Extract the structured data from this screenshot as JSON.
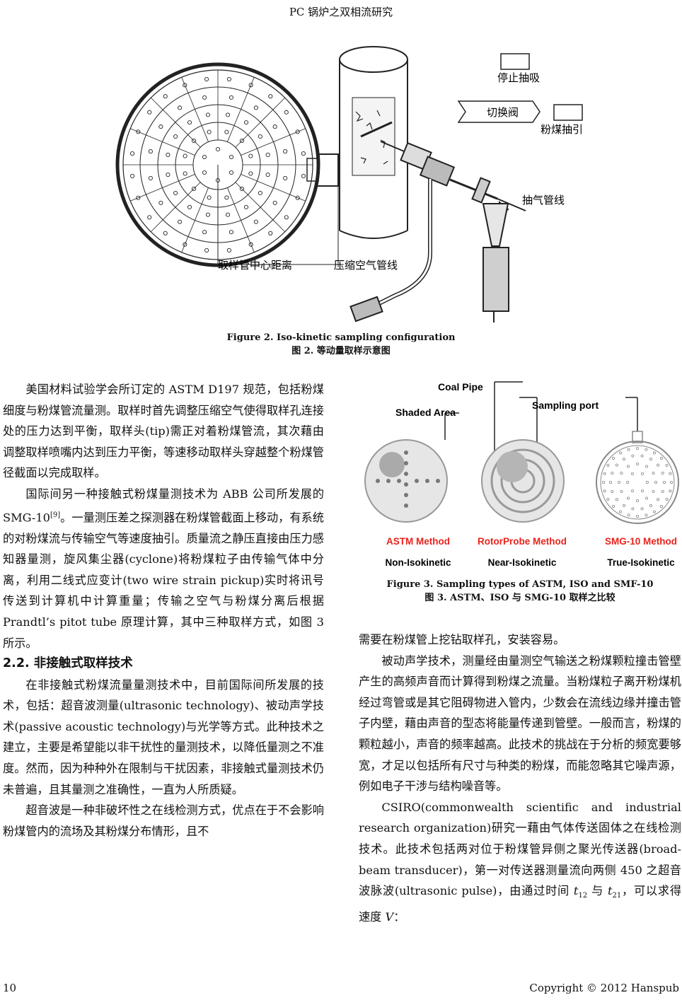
{
  "header": {
    "running_title": "PC 锅炉之双相流研究"
  },
  "figure2": {
    "labels": {
      "stop_suction": "停止抽吸",
      "switch_valve": "切换阀",
      "coal_extraction": "粉煤抽引",
      "exhaust_line": "抽气管线",
      "sampling_distance": "取样管中心距离",
      "compressed_air_line": "压缩空气管线"
    },
    "caption_en": "Figure 2. Iso-kinetic sampling configuration",
    "caption_zh": "图 2.  等动量取样示意图"
  },
  "figure3": {
    "labels": {
      "coal_pipe": "Coal Pipe",
      "shaded_area": "Shaded Area",
      "sampling_port": "Sampling port",
      "astm_method": "ASTM Method",
      "rotorprobe_method": "RotorProbe Method",
      "smg_method": "SMG-10 Method",
      "non_isokinetic": "Non-Isokinetic",
      "near_isokinetic": "Near-Isokinetic",
      "true_isokinetic": "True-Isokinetic"
    },
    "colors": {
      "method_red": "#e8231c"
    },
    "caption_en": "Figure 3. Sampling types of ASTM, ISO and SMF-10",
    "caption_zh": "图 3. ASTM、ISO 与 SMG-10 取样之比较"
  },
  "left_column": {
    "p1": "美国材料试验学会所订定的 ASTM D197 规范，包括粉煤细度与粉煤管流量测。取样时首先调整压缩空气使得取样孔连接处的压力达到平衡，取样头(tip)需正对着粉煤管流，其次藉由调整取样喷嘴内达到压力平衡，等速移动取样头穿越整个粉煤管径截面以完成取样。",
    "p2_a": "国际间另一种接触式粉煤量测技术为 ABB 公司所发展的 SMG-10",
    "p2_ref": "[9]",
    "p2_b": "。一量测压差之探测器在粉煤管截面上移动，有系统的对粉煤流与传输空气等速度抽引。质量流之静压直接由压力感知器量测，旋风集尘器(cyclone)将粉煤粒子由传输气体中分离，利用二线式应变计(two wire strain pickup)实时将讯号传送到计算机中计算重量；传输之空气与粉煤分离后根据 Prandtl’s pitot tube 原理计算，其中三种取样方式，如图 3 所示。",
    "section_title": "2.2.  非接触式取样技术",
    "p3": "在非接触式粉煤流量量测技术中，目前国际间所发展的技术，包括：超音波测量(ultrasonic technology)、被动声学技术(passive acoustic technology)与光学等方式。此种技术之建立，主要是希望能以非干扰性的量测技术，以降低量测之不准度。然而，因为种种外在限制与干扰因素，非接触式量测技术仍未普遍，且其量测之准确性，一直为人所质疑。",
    "p4": "超音波是一种非破坏性之在线检测方式，优点在于不会影响粉煤管内的流场及其粉煤分布情形，且不"
  },
  "right_column": {
    "p1": "需要在粉煤管上挖钻取样孔，安装容易。",
    "p2": "被动声学技术，测量经由量测空气输送之粉煤颗粒撞击管壁产生的高频声音而计算得到粉煤之流量。当粉煤粒子离开粉煤机经过弯管或是其它阻碍物进入管内，少数会在流线边缘并撞击管子内壁，藉由声音的型态将能量传递到管壁。一般而言，粉煤的颗粒越小，声音的频率越高。此技术的挑战在于分析的频宽要够宽，才足以包括所有尺寸与种类的粉煤，而能忽略其它噪声源，例如电子干涉与结构噪音等。",
    "p3_a": "CSIRO(commonwealth scientific and industrial research organization)研究一藉由气体传送固体之在线检测技术。此技术包括两对位于粉煤管异侧之聚光传送器(broad-beam transducer)，第一对传送器测量流向两侧 450 之超音波脉波(ultrasonic pulse)，由通过时间 ",
    "t_sym": "t",
    "t12_sub": "12",
    "p3_mid": " 与 ",
    "t21_sub": "21",
    "p3_c": "，可以求得速度 ",
    "v_sym": "V",
    "p3_end": "："
  },
  "footer": {
    "page_number": "10",
    "copyright": "Copyright © 2012 Hanspub"
  }
}
